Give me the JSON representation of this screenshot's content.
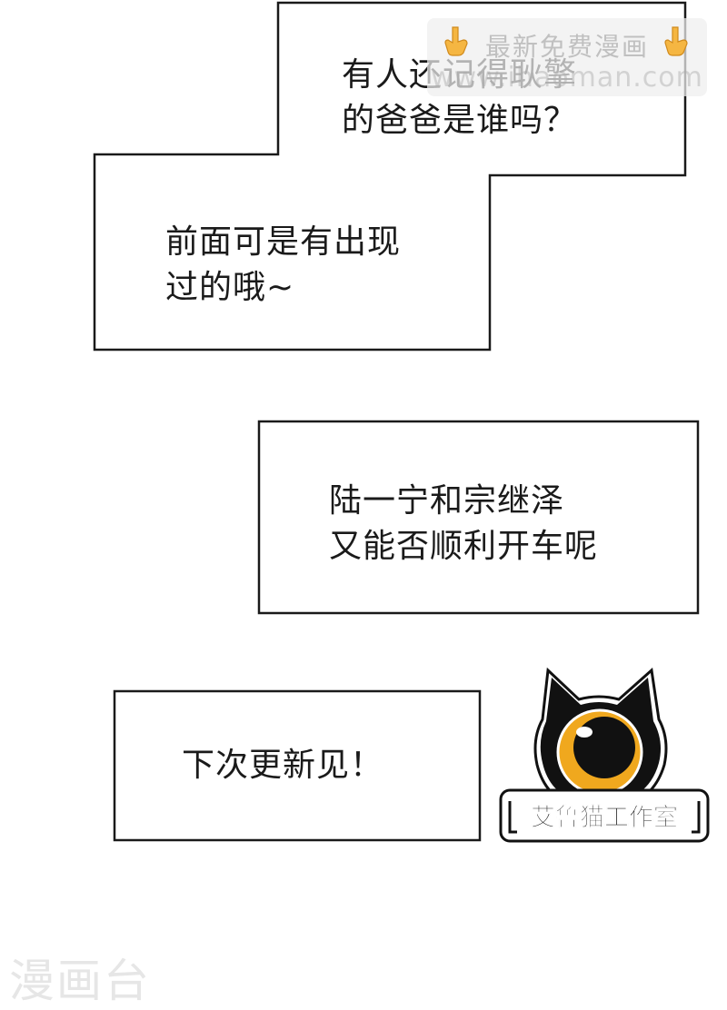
{
  "bubbles": [
    {
      "text": "有人还记得耿擎\n的爸爸是谁吗？"
    },
    {
      "text": "前面可是有出现\n过的哦~"
    },
    {
      "text": "陆一宁和宗继泽\n又能否顺利开车呢"
    },
    {
      "text": "下次更新见！"
    }
  ],
  "watermark_top": {
    "title": "最新免费漫画",
    "url": "www.ihaoman.com"
  },
  "logo_text": "艾鲁猫工作室",
  "corner_watermark": "漫画台",
  "colors": {
    "border": "#1a1a1a",
    "eye_gold": "#f0a81e",
    "cat_black": "#111111"
  }
}
